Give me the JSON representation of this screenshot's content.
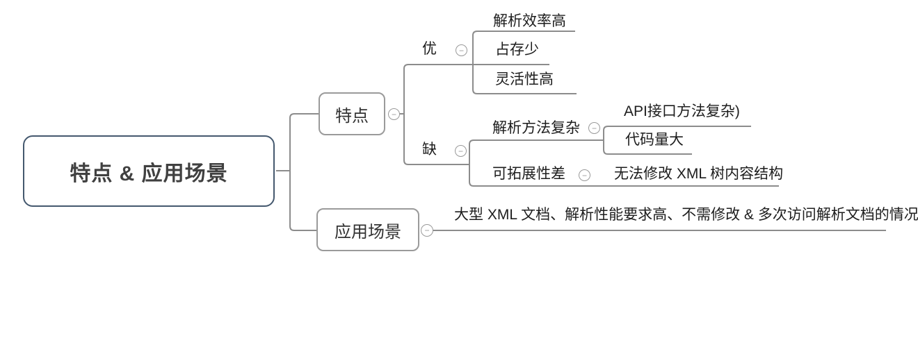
{
  "mindmap": {
    "root": {
      "label": "特点 & 应用场景"
    },
    "children": [
      {
        "label": "特点",
        "children": [
          {
            "label": "优",
            "children": [
              {
                "label": "解析效率高"
              },
              {
                "label": "占存少"
              },
              {
                "label": "灵活性高"
              }
            ]
          },
          {
            "label": "缺",
            "children": [
              {
                "label": "解析方法复杂",
                "children": [
                  {
                    "label": "API接口方法复杂)"
                  },
                  {
                    "label": "代码量大"
                  }
                ]
              },
              {
                "label": "可拓展性差",
                "children": [
                  {
                    "label": "无法修改 XML 树内容结构"
                  }
                ]
              }
            ]
          }
        ]
      },
      {
        "label": "应用场景",
        "children": [
          {
            "label": "大型 XML 文档、解析性能要求高、不需修改 & 多次访问解析文档的情况"
          }
        ]
      }
    ]
  },
  "icons": {
    "collapse": "−"
  },
  "colors": {
    "root_border": "#44586e",
    "topic_border": "#9a9a9a",
    "connector": "#8c8c8c",
    "root_text": "#404040",
    "topic_text": "#333333",
    "label_text": "#1d1d1d"
  }
}
